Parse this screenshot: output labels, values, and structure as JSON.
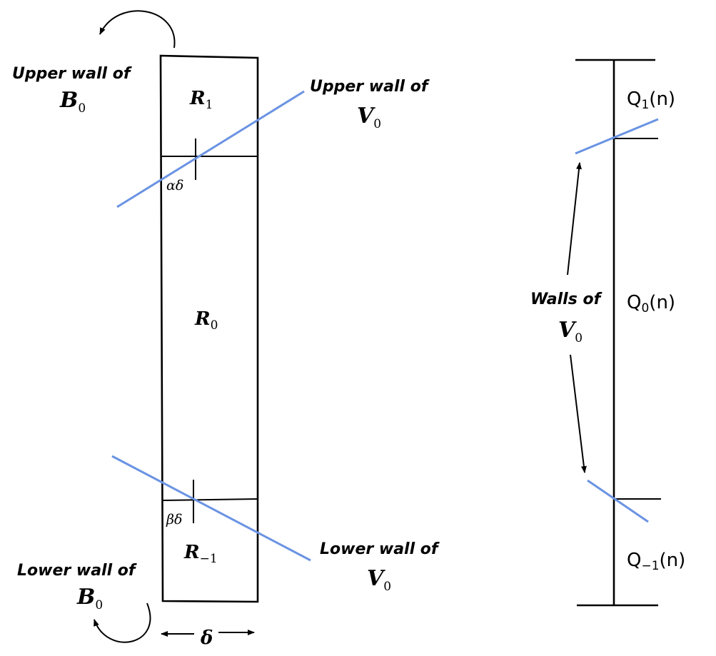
{
  "left_figure": {
    "upper_wall_B": {
      "line1": "Upper wall of",
      "symbol": "B",
      "subscript": "0"
    },
    "lower_wall_B": {
      "line1": "Lower wall of",
      "symbol": "B",
      "subscript": "0"
    },
    "upper_wall_V": {
      "line1": "Upper wall of",
      "symbol": "V",
      "subscript": "0"
    },
    "lower_wall_V": {
      "line1": "Lower wall of",
      "symbol": "V",
      "subscript": "0"
    },
    "regions": [
      {
        "symbol": "R",
        "subscript": "1"
      },
      {
        "symbol": "R",
        "subscript": "0"
      },
      {
        "symbol": "R",
        "subscript": "−1"
      }
    ],
    "alpha_delta": "αδ",
    "beta_delta": "βδ",
    "width_label": "δ"
  },
  "right_figure": {
    "walls_label": {
      "line1": "Walls of",
      "symbol": "V",
      "subscript": "0"
    },
    "q_labels": [
      {
        "prefix": "Q",
        "subscript": "1",
        "suffix": "(n)"
      },
      {
        "prefix": "Q",
        "subscript": "0",
        "suffix": "(n)"
      },
      {
        "prefix": "Q",
        "subscript": "−1",
        "suffix": "(n)"
      }
    ]
  },
  "colors": {
    "wall_line": "#6a93e3",
    "stroke": "#000000"
  }
}
